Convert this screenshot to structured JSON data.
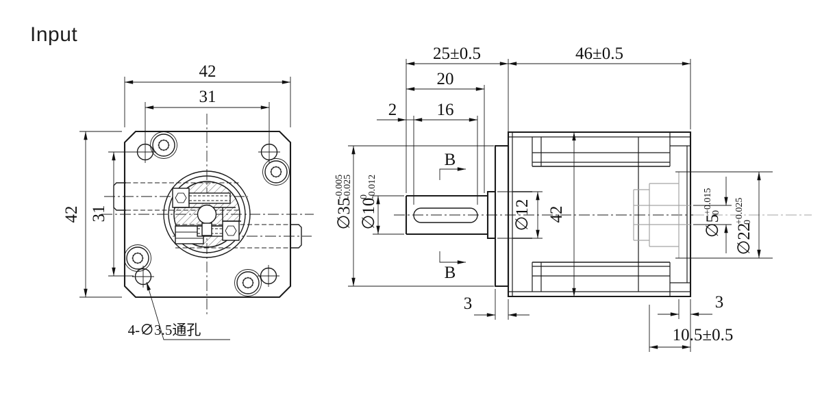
{
  "title": "Input",
  "colors": {
    "line": "#1a1a1a",
    "phantom": "#a3a3a3",
    "background": "#ffffff"
  },
  "front_view": {
    "width": "42",
    "bolt_span_h": "31",
    "height": "42",
    "bolt_span_v": "31",
    "hole_callout": "4-∅3.5通孔"
  },
  "side_view": {
    "shaft_length": "25±0.5",
    "body_length": "46±0.5",
    "shoulder_length": "20",
    "keyway_length": "16",
    "key_end_offset": "2",
    "pilot_dia": {
      "main": "∅35",
      "upper": "-0.005",
      "lower": "-0.025"
    },
    "shaft_dia": {
      "main": "∅10",
      "upper": "0",
      "lower": "-0.012"
    },
    "bore_dia": "∅12",
    "body_height": "42",
    "rear_bore_dia": {
      "main": "∅22",
      "upper": "+0.025",
      "lower": "0"
    },
    "rear_center_dia": {
      "main": "∅5",
      "upper": "+0.015",
      "lower": "0"
    },
    "pilot_thickness": "3",
    "rear_recess_depth": "3",
    "rear_length": "10.5±0.5",
    "section_label": "B"
  }
}
